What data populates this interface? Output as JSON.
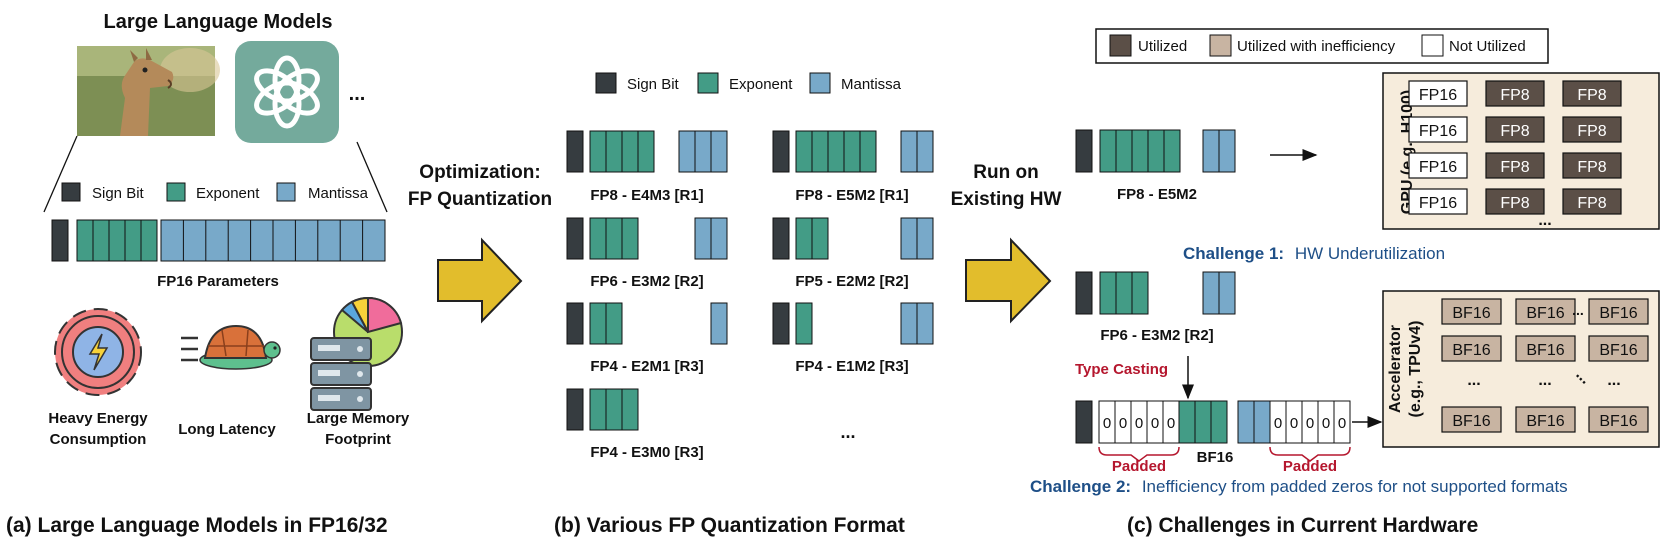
{
  "panel_a": {
    "title": "Large Language Models",
    "ellipsis": "...",
    "legend": {
      "sign": "Sign Bit",
      "exponent": "Exponent",
      "mantissa": "Mantissa"
    },
    "fp16_label": "FP16 Parameters",
    "issues": [
      {
        "line1": "Heavy Energy",
        "line2": "Consumption"
      },
      {
        "line1": "Long Latency",
        "line2": ""
      },
      {
        "line1": "Large Memory",
        "line2": "Footprint"
      }
    ],
    "caption": "(a) Large Language Models in FP16/32"
  },
  "arrow1": {
    "line1": "Optimization:",
    "line2": "FP Quantization"
  },
  "panel_b": {
    "legend": {
      "sign": "Sign Bit",
      "exponent": "Exponent",
      "mantissa": "Mantissa"
    },
    "formats": [
      {
        "label": "FP8 - E4M3 [R1]",
        "exp": 4,
        "man": 3
      },
      {
        "label": "FP8 - E5M2 [R1]",
        "exp": 5,
        "man": 2
      },
      {
        "label": "FP6 - E3M2 [R2]",
        "exp": 3,
        "man": 2
      },
      {
        "label": "FP5 - E2M2 [R2]",
        "exp": 2,
        "man": 2
      },
      {
        "label": "FP4 - E2M1 [R3]",
        "exp": 2,
        "man": 1
      },
      {
        "label": "FP4 - E1M2 [R3]",
        "exp": 1,
        "man": 2
      },
      {
        "label": "FP4 - E3M0 [R3]",
        "exp": 3,
        "man": 0
      }
    ],
    "more": "...",
    "caption": "(b) Various FP Quantization Format"
  },
  "arrow2": {
    "line1": "Run on",
    "line2": "Existing HW"
  },
  "panel_c": {
    "legend": {
      "utilized": "Utilized",
      "inefficient": "Utilized with inefficiency",
      "not_utilized": "Not Utilized"
    },
    "fp8_label": "FP8 - E5M2",
    "fp6_label": "FP6 - E3M2 [R2]",
    "gpu_label": "GPU (e.g., H100)",
    "gpu_rows": [
      [
        "FP16",
        "FP8",
        "FP8"
      ],
      [
        "FP16",
        "FP8",
        "FP8"
      ],
      [
        "FP16",
        "FP8",
        "FP8"
      ],
      [
        "FP16",
        "FP8",
        "FP8"
      ]
    ],
    "gpu_more": "...",
    "challenge1_bold": "Challenge 1:",
    "challenge1_text": "HW Underutilization",
    "type_casting": "Type Casting",
    "zero": "0",
    "padded": "Padded",
    "bf16": "BF16",
    "acc_label1": "Accelerator",
    "acc_label2": "(e.g., TPUv4)",
    "acc_rows": [
      [
        "BF16",
        "BF16",
        "BF16"
      ],
      [
        "BF16",
        "BF16",
        "BF16"
      ]
    ],
    "acc_last_row": [
      "BF16",
      "BF16",
      "BF16"
    ],
    "acc_dots": "...",
    "challenge2_bold": "Challenge 2:",
    "challenge2_text": "Inefficiency from padded zeros for not supported formats",
    "caption": "(c) Challenges in Current Hardware"
  },
  "colors": {
    "sign": "#363c40",
    "exponent": "#439c86",
    "mantissa": "#78a9c9",
    "utilized": "#5b4f47",
    "inefficient": "#c8b4a2",
    "hw_bg": "#f6ecdc",
    "arrow": "#e2bd2c",
    "challenge_blue": "#1e4f87",
    "red": "#b5172e"
  }
}
